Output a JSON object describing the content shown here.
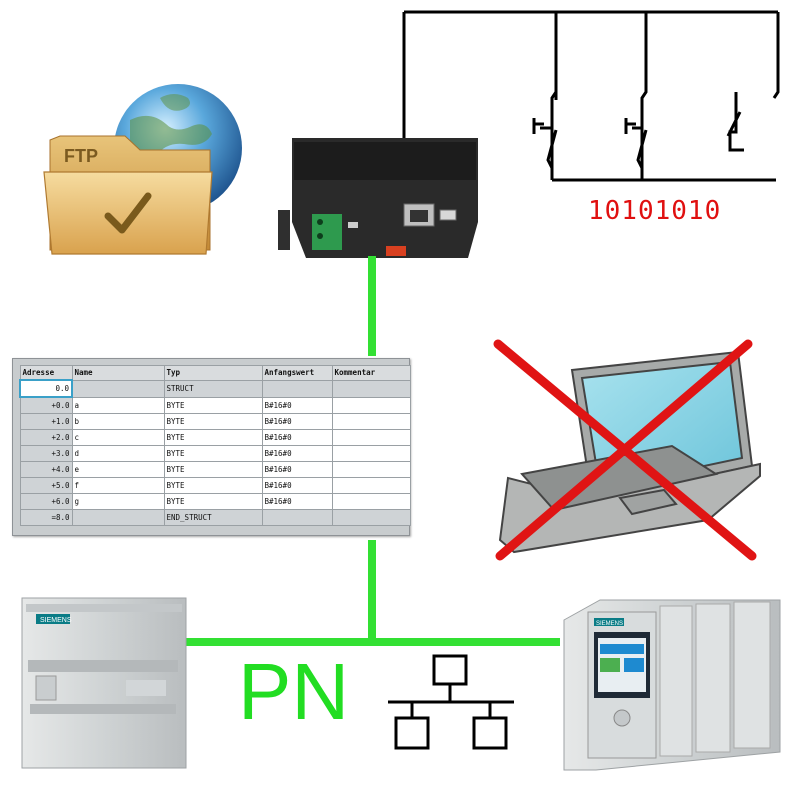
{
  "ftp_folder": {
    "label": "FTP"
  },
  "binary_output": "10101010",
  "protocol_label": "PN",
  "colors": {
    "network_line": "#33e033",
    "cross": "#e01414",
    "binary": "#e01010"
  },
  "plc_left": {
    "brand": "SIEMENS"
  },
  "plc_right": {
    "brand": "SIEMENS"
  },
  "db_table": {
    "headers": [
      "Adresse",
      "Name",
      "Typ",
      "Anfangswert",
      "Kommentar"
    ],
    "rows": [
      [
        "0.0",
        "",
        "STRUCT",
        "",
        ""
      ],
      [
        "+0.0",
        "a",
        "BYTE",
        "B#16#0",
        ""
      ],
      [
        "+1.0",
        "b",
        "BYTE",
        "B#16#0",
        ""
      ],
      [
        "+2.0",
        "c",
        "BYTE",
        "B#16#0",
        ""
      ],
      [
        "+3.0",
        "d",
        "BYTE",
        "B#16#0",
        ""
      ],
      [
        "+4.0",
        "e",
        "BYTE",
        "B#16#0",
        ""
      ],
      [
        "+5.0",
        "f",
        "BYTE",
        "B#16#0",
        ""
      ],
      [
        "+6.0",
        "g",
        "BYTE",
        "B#16#0",
        ""
      ],
      [
        "=8.0",
        "",
        "END_STRUCT",
        "",
        ""
      ]
    ]
  }
}
